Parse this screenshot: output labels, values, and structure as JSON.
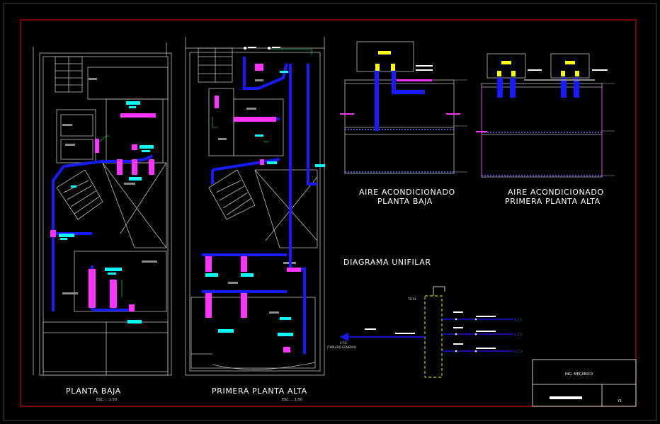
{
  "labels": {
    "planta_baja": "PLANTA BAJA",
    "primera_planta_alta": "PRIMERA PLANTA ALTA",
    "escala": "ESC.:...1:50",
    "aire_baja_1": "AIRE ACONDICIONADO",
    "aire_baja_2": "PLANTA BAJA",
    "aire_alta_1": "AIRE ACONDICIONADO",
    "aire_alta_2": "PRIMERA PLANTA ALTA",
    "diagrama": "DIAGRAMA UNIFILAR",
    "tablero_general": "(TABLERO GENERAL)",
    "tg": "A TG",
    "td": "TD-01",
    "circuit_1": "L.C.1",
    "circuit_2": "L.C.2",
    "circuit_3": "L.C.3"
  },
  "title_block": {
    "firm": "ING. MECANICO",
    "sheet": "Y1"
  },
  "colors": {
    "frame": "#ff0000",
    "walls": "#bfbfbf",
    "duct": "#1a1aff",
    "unit": "#ff33ff",
    "symbol": "#00ffff",
    "equipment": "#ffff00",
    "text": "#ffffff"
  }
}
